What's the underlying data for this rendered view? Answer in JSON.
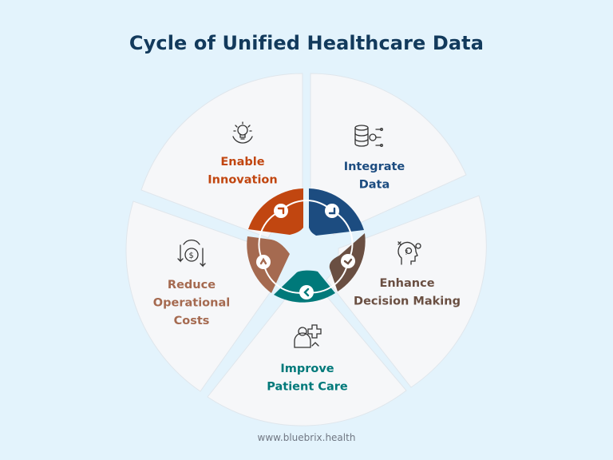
{
  "title": "Cycle of Unified Healthcare Data",
  "footer": "www.bluebrix.health",
  "segments": [
    {
      "id": "integrate",
      "lines": [
        "Integrate",
        "Data"
      ],
      "color": "#1c4c80",
      "icon": "database-gear-icon"
    },
    {
      "id": "decision",
      "lines": [
        "Enhance",
        "Decision Making"
      ],
      "color": "#6a4f42",
      "icon": "head-gears-question-icon"
    },
    {
      "id": "patient",
      "lines": [
        "Improve",
        "Patient Care"
      ],
      "color": "#00797a",
      "icon": "patient-medical-cross-icon"
    },
    {
      "id": "costs",
      "lines": [
        "Reduce",
        "Operational",
        "Costs"
      ],
      "color": "#a56a50",
      "icon": "dollar-coin-down-arrows-icon"
    },
    {
      "id": "innovation",
      "lines": [
        "Enable",
        "Innovation"
      ],
      "color": "#c14610",
      "icon": "lightbulb-gear-icon"
    }
  ]
}
